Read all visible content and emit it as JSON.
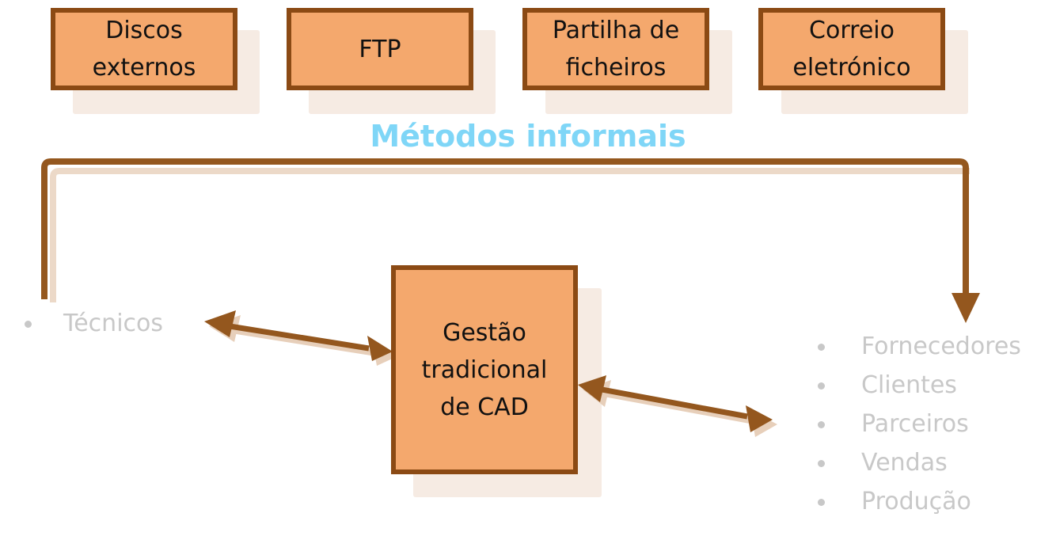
{
  "methods": [
    {
      "lines": [
        "Discos",
        "externos"
      ]
    },
    {
      "lines": [
        "FTP"
      ]
    },
    {
      "lines": [
        "Partilha de",
        "ficheiros"
      ]
    },
    {
      "lines": [
        "Correio",
        "eletrónico"
      ]
    }
  ],
  "heading": "Métodos informais",
  "center": {
    "lines": [
      "Gestão",
      "tradicional",
      "de CAD"
    ]
  },
  "left_list": [
    "Técnicos"
  ],
  "right_list": [
    "Fornecedores",
    "Clientes",
    "Parceiros",
    "Vendas",
    "Produção"
  ],
  "colors": {
    "box_fill": "#f4a86d",
    "box_border": "#8b4a14",
    "arrow": "#94571e",
    "heading": "#7fd6f7",
    "list_text": "#c8c8c8"
  }
}
